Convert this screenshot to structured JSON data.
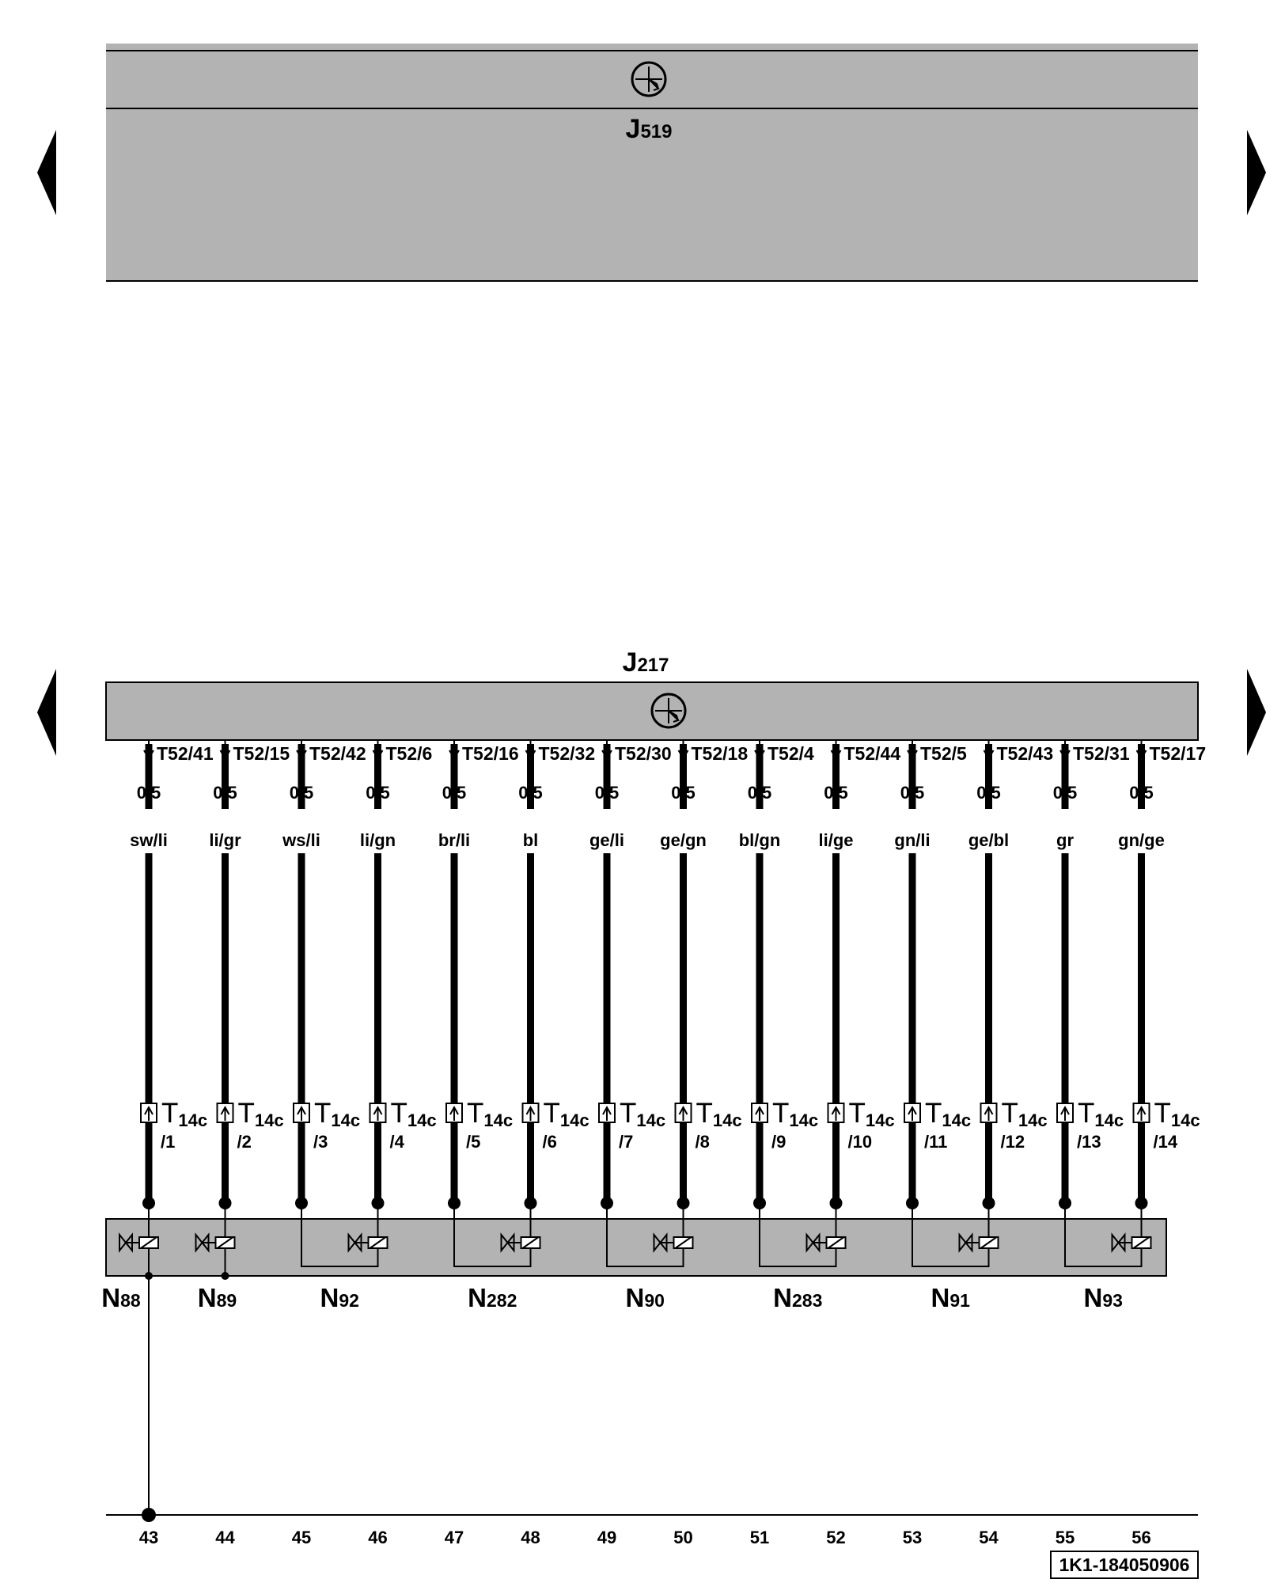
{
  "top_unit": {
    "name": "J",
    "sub": "519"
  },
  "bottom_unit": {
    "name": "J",
    "sub": "217"
  },
  "wires": [
    {
      "pin": "T52/41",
      "size": "0,5",
      "color": "sw/li",
      "t_main": "T",
      "t_sub": "14c",
      "t_pin": "/1"
    },
    {
      "pin": "T52/15",
      "size": "0,5",
      "color": "li/gr",
      "t_main": "T",
      "t_sub": "14c",
      "t_pin": "/2"
    },
    {
      "pin": "T52/42",
      "size": "0,5",
      "color": "ws/li",
      "t_main": "T",
      "t_sub": "14c",
      "t_pin": "/3"
    },
    {
      "pin": "T52/6",
      "size": "0,5",
      "color": "li/gn",
      "t_main": "T",
      "t_sub": "14c",
      "t_pin": "/4"
    },
    {
      "pin": "T52/16",
      "size": "0,5",
      "color": "br/li",
      "t_main": "T",
      "t_sub": "14c",
      "t_pin": "/5"
    },
    {
      "pin": "T52/32",
      "size": "0,5",
      "color": "bl",
      "t_main": "T",
      "t_sub": "14c",
      "t_pin": "/6"
    },
    {
      "pin": "T52/30",
      "size": "0,5",
      "color": "ge/li",
      "t_main": "T",
      "t_sub": "14c",
      "t_pin": "/7"
    },
    {
      "pin": "T52/18",
      "size": "0,5",
      "color": "ge/gn",
      "t_main": "T",
      "t_sub": "14c",
      "t_pin": "/8"
    },
    {
      "pin": "T52/4",
      "size": "0,5",
      "color": "bl/gn",
      "t_main": "T",
      "t_sub": "14c",
      "t_pin": "/9"
    },
    {
      "pin": "T52/44",
      "size": "0,5",
      "color": "li/ge",
      "t_main": "T",
      "t_sub": "14c",
      "t_pin": "/10"
    },
    {
      "pin": "T52/5",
      "size": "0,5",
      "color": "gn/li",
      "t_main": "T",
      "t_sub": "14c",
      "t_pin": "/11"
    },
    {
      "pin": "T52/43",
      "size": "0,5",
      "color": "ge/bl",
      "t_main": "T",
      "t_sub": "14c",
      "t_pin": "/12"
    },
    {
      "pin": "T52/31",
      "size": "0,5",
      "color": "gr",
      "t_main": "T",
      "t_sub": "14c",
      "t_pin": "/13"
    },
    {
      "pin": "T52/17",
      "size": "0,5",
      "color": "gn/ge",
      "t_main": "T",
      "t_sub": "14c",
      "t_pin": "/14"
    }
  ],
  "valves": [
    {
      "name": "N",
      "sub": "88"
    },
    {
      "name": "N",
      "sub": "89"
    },
    {
      "name": "N",
      "sub": "92"
    },
    {
      "name": "N",
      "sub": "282"
    },
    {
      "name": "N",
      "sub": "90"
    },
    {
      "name": "N",
      "sub": "283"
    },
    {
      "name": "N",
      "sub": "91"
    },
    {
      "name": "N",
      "sub": "93"
    }
  ],
  "tracks": [
    "43",
    "44",
    "45",
    "46",
    "47",
    "48",
    "49",
    "50",
    "51",
    "52",
    "53",
    "54",
    "55",
    "56"
  ],
  "reference": "1K1-184050906",
  "colors": {
    "unit_fill": "#b3b3b3",
    "line": "#000000",
    "background": "#ffffff"
  }
}
